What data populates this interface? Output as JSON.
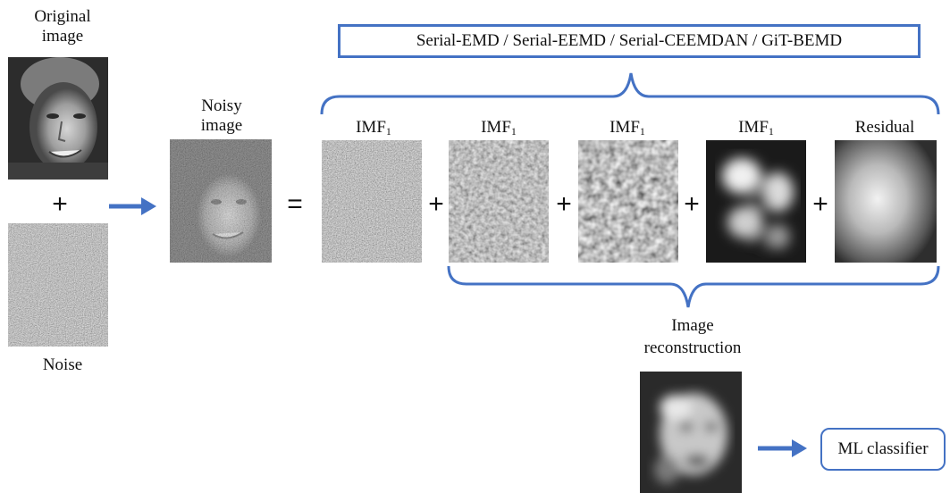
{
  "labels": {
    "original_image": [
      "Original",
      "image"
    ],
    "noise": "Noise",
    "noisy_image": [
      "Noisy",
      "image"
    ],
    "methods": "Serial-EMD / Serial-EEMD / Serial-CEEMDAN / GiT-BEMD",
    "imf_main": "IMF",
    "imf_sub": "1",
    "residual": "Residual",
    "image_reconstruction": [
      "Image",
      "reconstruction"
    ],
    "ml_classifier": "ML classifier"
  },
  "operators": {
    "plus": "+",
    "equals": "="
  },
  "colors": {
    "accent": "#4472c4",
    "text": "#111111",
    "background": "#ffffff"
  }
}
